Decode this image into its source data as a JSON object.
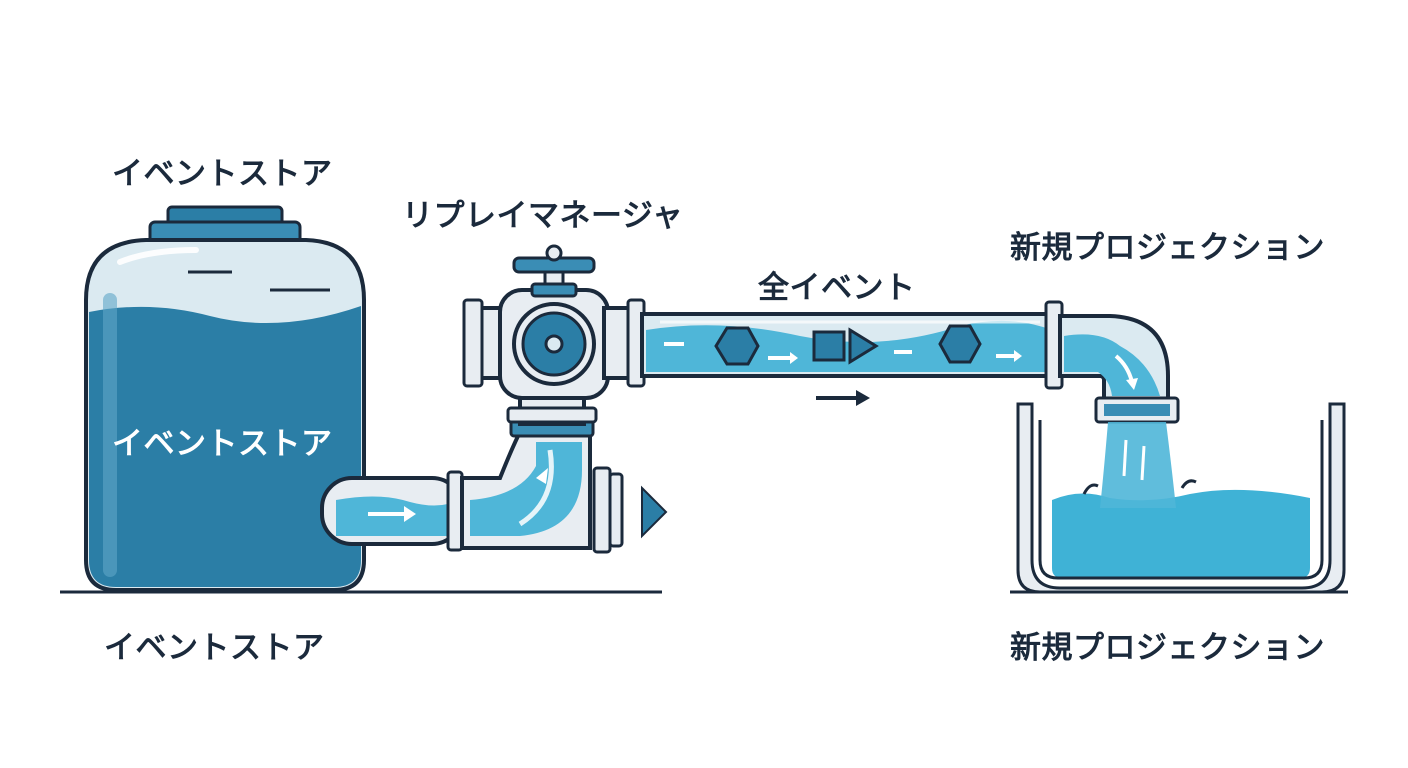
{
  "labels": {
    "store_top": "イベントストア",
    "store_inside": "イベントストア",
    "store_bottom": "イベントストア",
    "replay_manager": "リプレイマネージャ",
    "all_events": "全イベント",
    "projection_top": "新規プロジェクション",
    "projection_bottom": "新規プロジェクション"
  },
  "colors": {
    "outline": "#1b2a3c",
    "tank_water": "#2b7ea6",
    "pipe_water": "#4fb6d8",
    "basin_water": "#3fb2d6",
    "metal": "#e8edf2",
    "glass": "#dbeaf1"
  }
}
